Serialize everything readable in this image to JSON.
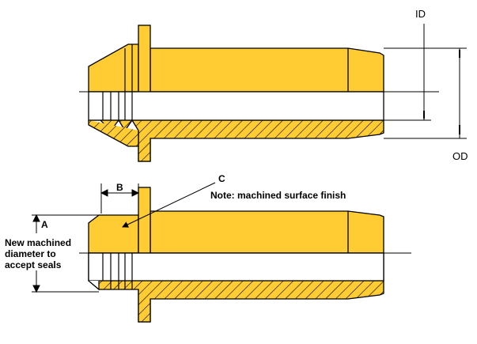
{
  "labels": {
    "id": "ID",
    "od": "OD",
    "a": "A",
    "b": "B",
    "c": "C",
    "note": "Note: machined surface finish",
    "new_machined_line1": "New machined",
    "new_machined_line2": "diameter to",
    "new_machined_line3": "accept seals"
  },
  "colors": {
    "part_fill": "#FFCC33",
    "hatch": "#000000",
    "outline": "#000000",
    "background": "#FFFFFF"
  }
}
